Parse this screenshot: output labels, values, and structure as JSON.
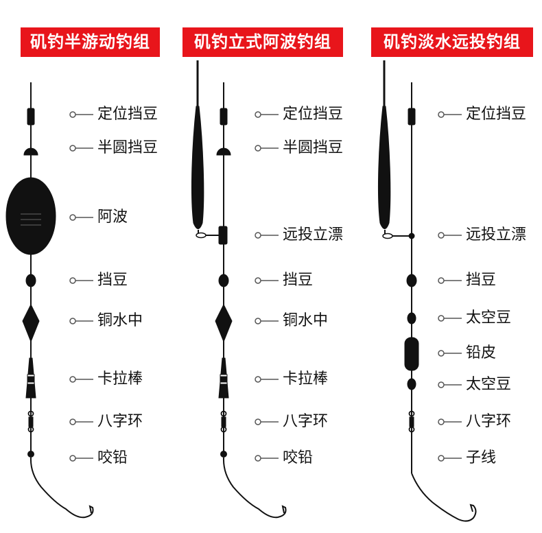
{
  "titles": [
    "矶钓半游动钓组",
    "矶钓立式阿波钓组",
    "矶钓淡水远投钓组"
  ],
  "col1": [
    "定位挡豆",
    "半圆挡豆",
    "阿波",
    "挡豆",
    "铜水中",
    "卡拉棒",
    "八字环",
    "咬铅"
  ],
  "col2": [
    "定位挡豆",
    "半圆挡豆",
    "远投立漂",
    "挡豆",
    "铜水中",
    "卡拉棒",
    "八字环",
    "咬铅"
  ],
  "col3": [
    "定位挡豆",
    "远投立漂",
    "挡豆",
    "太空豆",
    "铅皮",
    "太空豆",
    "八字环",
    "子线"
  ],
  "colors": {
    "title_bg": "#e8151b",
    "rig": "#111111"
  }
}
